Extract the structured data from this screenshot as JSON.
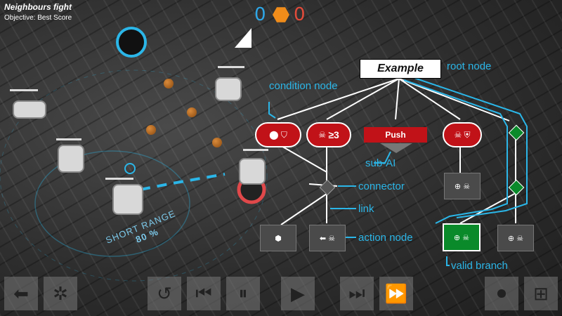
{
  "hud": {
    "title": "Neighbours fight",
    "objective": "Objective: Best Score",
    "score_blue": "0",
    "score_red": "0"
  },
  "tree": {
    "root_label": "Example",
    "push_label": "Push",
    "condition_value": "≥3",
    "annotations": {
      "root_node": "root node",
      "condition_node": "condition node",
      "sub_ai": "sub-AI",
      "connector": "connector",
      "link": "link",
      "action_node": "action node",
      "valid_branch": "valid branch"
    }
  },
  "battlefield": {
    "range_label": "SHORT RANGE",
    "range_value": "80 %"
  },
  "toolbar": {
    "icons": [
      "back-arrow-icon",
      "bug-icon",
      "undo-icon",
      "step-back-icon",
      "pause-icon",
      "play-icon",
      "step-forward-icon",
      "fast-forward-icon",
      "record-icon",
      "tree-view-icon"
    ]
  },
  "colors": {
    "accent_blue": "#2bb6e8",
    "red_node": "#c11218",
    "green_node": "#0a8a2a",
    "orange_hex": "#f08c1a"
  }
}
